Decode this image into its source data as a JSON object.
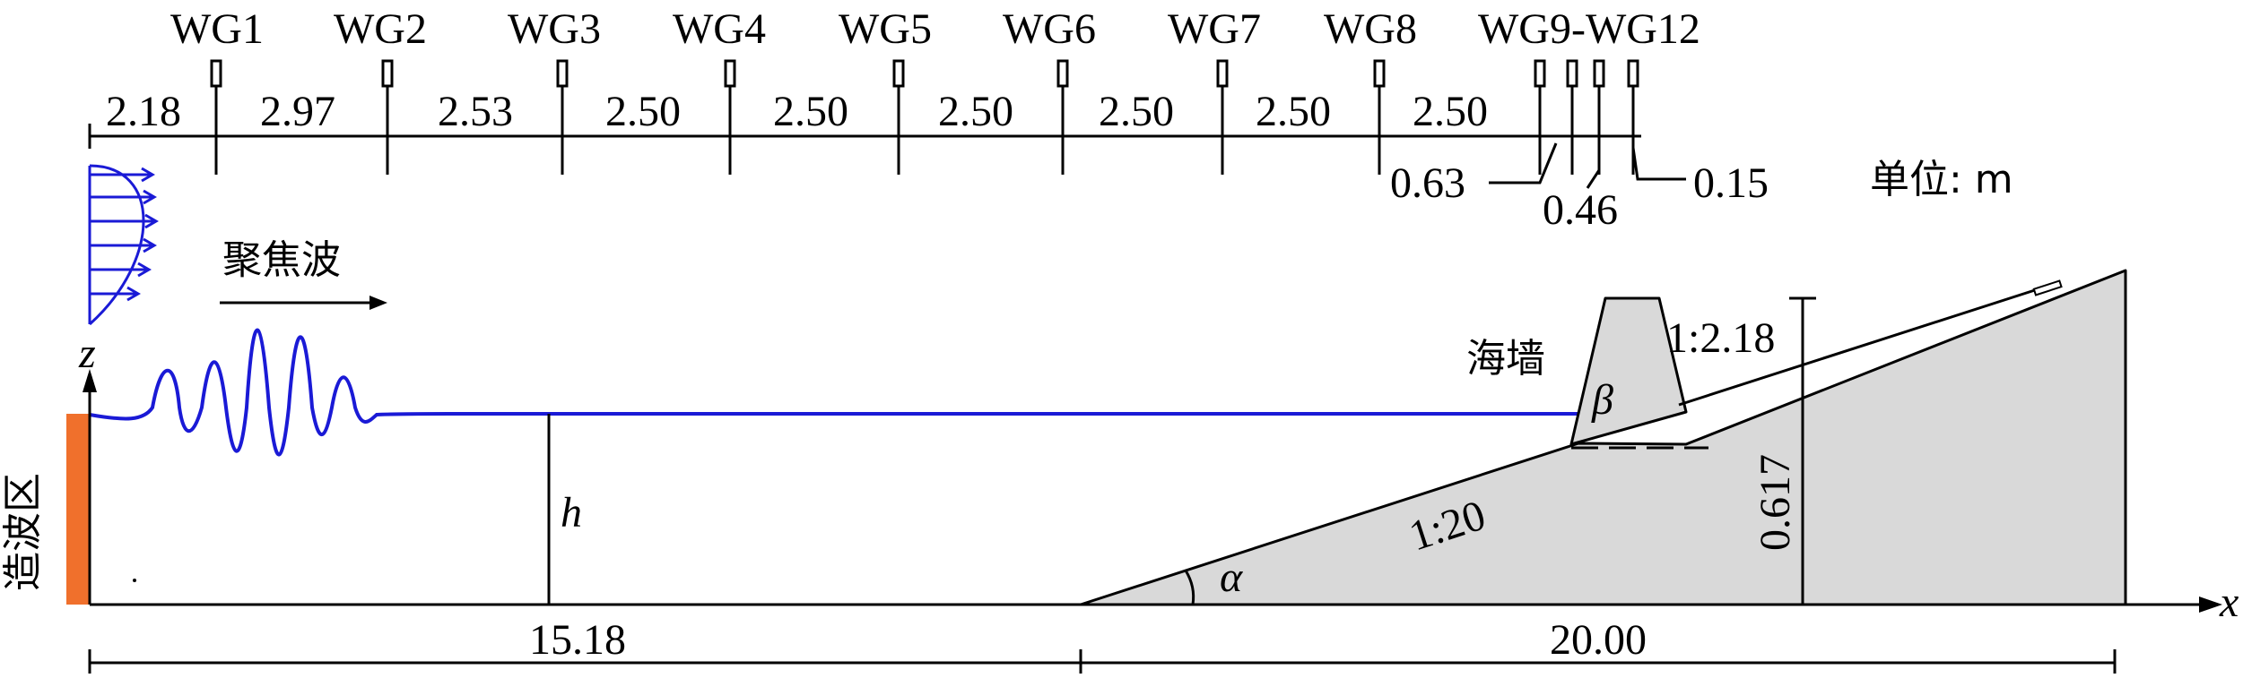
{
  "gauges": [
    "WG1",
    "WG2",
    "WG3",
    "WG4",
    "WG5",
    "WG6",
    "WG7",
    "WG8",
    "WG9-WG12"
  ],
  "spacings": [
    "2.18",
    "2.97",
    "2.53",
    "2.50",
    "2.50",
    "2.50",
    "2.50",
    "2.50",
    "2.50"
  ],
  "small_spacings": [
    "0.63",
    "0.46",
    "0.15"
  ],
  "unit_label": "单位: m",
  "wave_label": "聚焦波",
  "wave_zone": "造波区",
  "seawall_label": "海墙",
  "seawall_slope": "1:2.18",
  "beach_slope": "1:20",
  "wall_height": "0.617",
  "depth_label": "h",
  "axis_z": "z",
  "axis_x": "x",
  "angle_alpha": "α",
  "angle_beta": "β",
  "bottom_dims": [
    "15.18",
    "20.00"
  ],
  "colors": {
    "water": "#1a1ad6",
    "wavemaker": "#f0702c",
    "structure_fill": "#d9d9d9",
    "line": "#000000"
  }
}
